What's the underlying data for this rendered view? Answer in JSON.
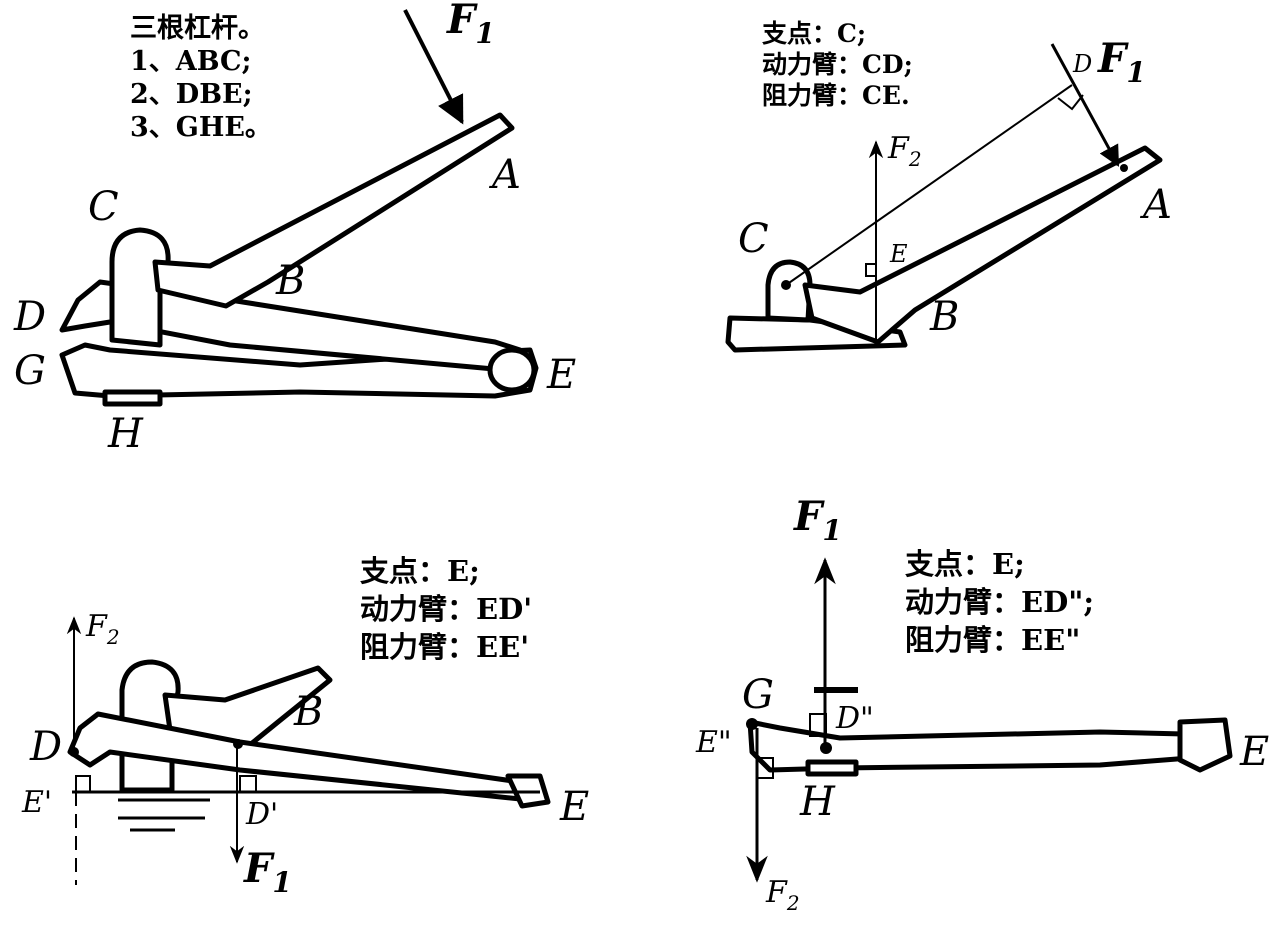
{
  "panel1": {
    "notes": [
      "三根杠杆。",
      "1、ABC;",
      "2、DBE;",
      "3、GHE。"
    ],
    "labels": {
      "F1": "F",
      "F1_sub": "1",
      "A": "A",
      "B": "B",
      "C": "C",
      "D": "D",
      "G": "G",
      "E": "E",
      "H": "H"
    }
  },
  "panel2": {
    "notes": [
      "支点：C;",
      "动力臂：CD;",
      "阻力臂：CE."
    ],
    "labels": {
      "D": "D",
      "F1": "F",
      "F1_sub": "1",
      "F2": "F",
      "F2_sub": "2",
      "E": "E",
      "A": "A",
      "B": "B",
      "C": "C"
    }
  },
  "panel3": {
    "notes": [
      "支点：E;",
      "动力臂：ED'",
      "阻力臂：EE'"
    ],
    "labels": {
      "F2": "F",
      "F2_sub": "2",
      "B": "B",
      "D": "D",
      "E_prime": "E'",
      "D_prime": "D'",
      "F1": "F",
      "F1_sub": "1",
      "E": "E"
    }
  },
  "panel4": {
    "notes": [
      "支点：E;",
      "动力臂：ED\";",
      "阻力臂：EE\""
    ],
    "labels": {
      "F1": "F",
      "F1_sub": "1",
      "G": "G",
      "D_dprime": "D\"",
      "E_dprime": "E\"",
      "H": "H",
      "E": "E",
      "F2": "F",
      "F2_sub": "2"
    }
  }
}
